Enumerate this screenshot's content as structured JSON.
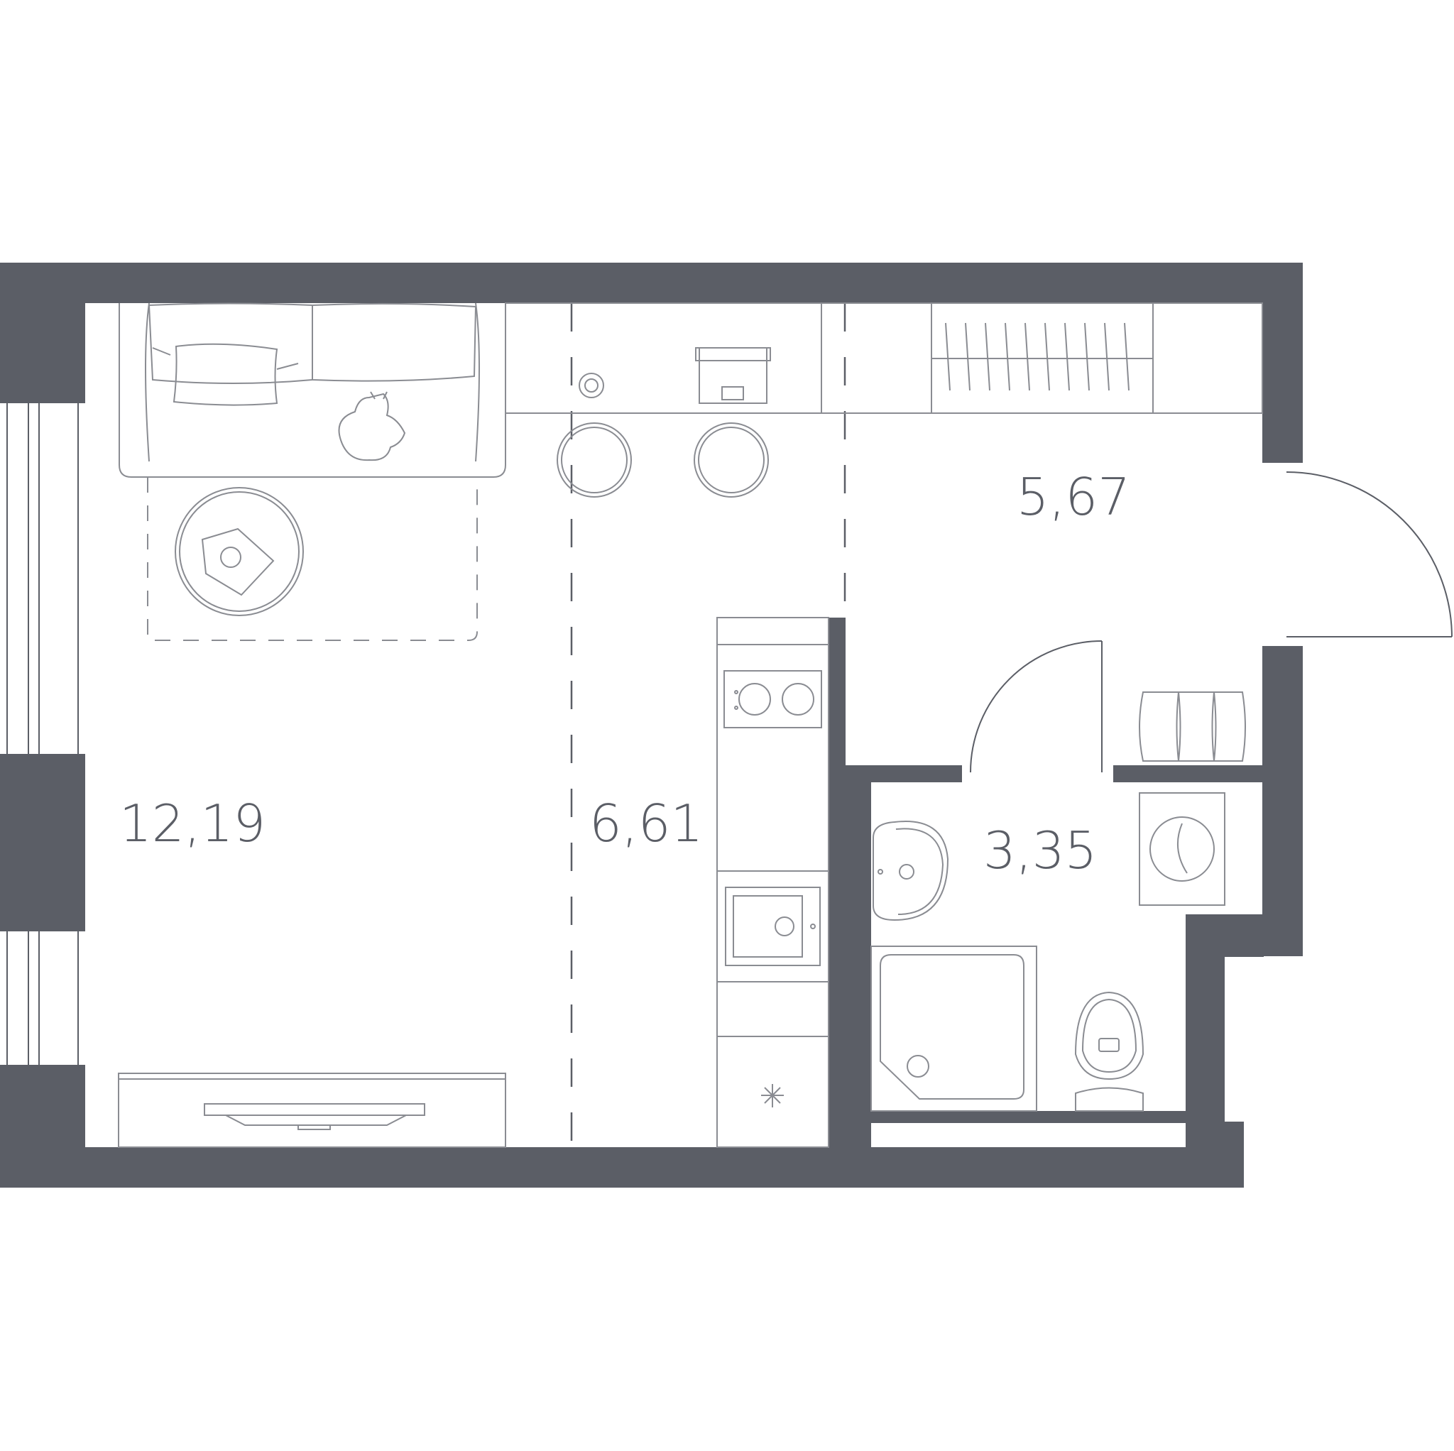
{
  "rooms": [
    {
      "area": "12,19"
    },
    {
      "area": "6,61"
    },
    {
      "area": "5,67"
    },
    {
      "area": "3,35"
    }
  ],
  "colors": {
    "wall": "#5b5e66",
    "furniture_line": "#8a8c92",
    "background": "#ffffff"
  }
}
